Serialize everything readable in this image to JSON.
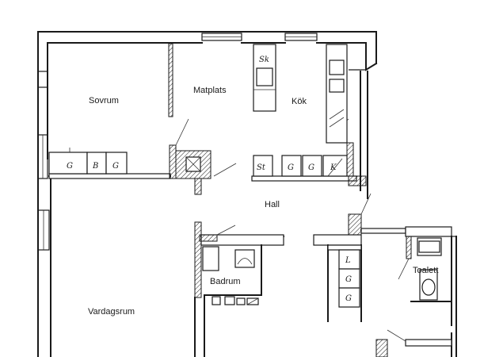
{
  "rooms": {
    "sovrum": "Sovrum",
    "matplats": "Matplats",
    "kok": "Kök",
    "hall": "Hall",
    "badrum": "Badrum",
    "toalett": "Toalett",
    "vardagsrum": "Vardagsrum"
  },
  "cabinets": {
    "g1": "G",
    "b1": "B",
    "g2": "G",
    "sk": "Sk",
    "st": "St",
    "g3": "G",
    "g4": "G",
    "k": "K",
    "l": "L",
    "g5": "G",
    "g6": "G"
  }
}
